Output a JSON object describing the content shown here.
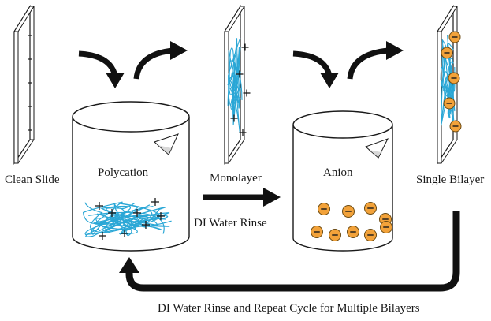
{
  "labels": {
    "clean_slide": "Clean Slide",
    "polycation": "Polycation",
    "monolayer": "Monolayer",
    "anion": "Anion",
    "single_bilayer": "Single Bilayer",
    "di_rinse": "DI Water Rinse",
    "repeat": "DI Water Rinse and Repeat Cycle for Multiple Bilayers"
  },
  "symbols": {
    "plus": "+",
    "minus": "−",
    "neg_ion": "−"
  },
  "colors": {
    "polymer_chain": "#2aa7d6",
    "anion_fill": "#f2a23a",
    "anion_stroke": "#6b4a12",
    "ink": "#1a1a1a"
  },
  "icons": [
    "clean-slide-icon",
    "polycation-beaker-icon",
    "monolayer-slide-icon",
    "anion-beaker-icon",
    "bilayer-slide-icon",
    "process-arrow-icon",
    "return-arrow-icon"
  ]
}
